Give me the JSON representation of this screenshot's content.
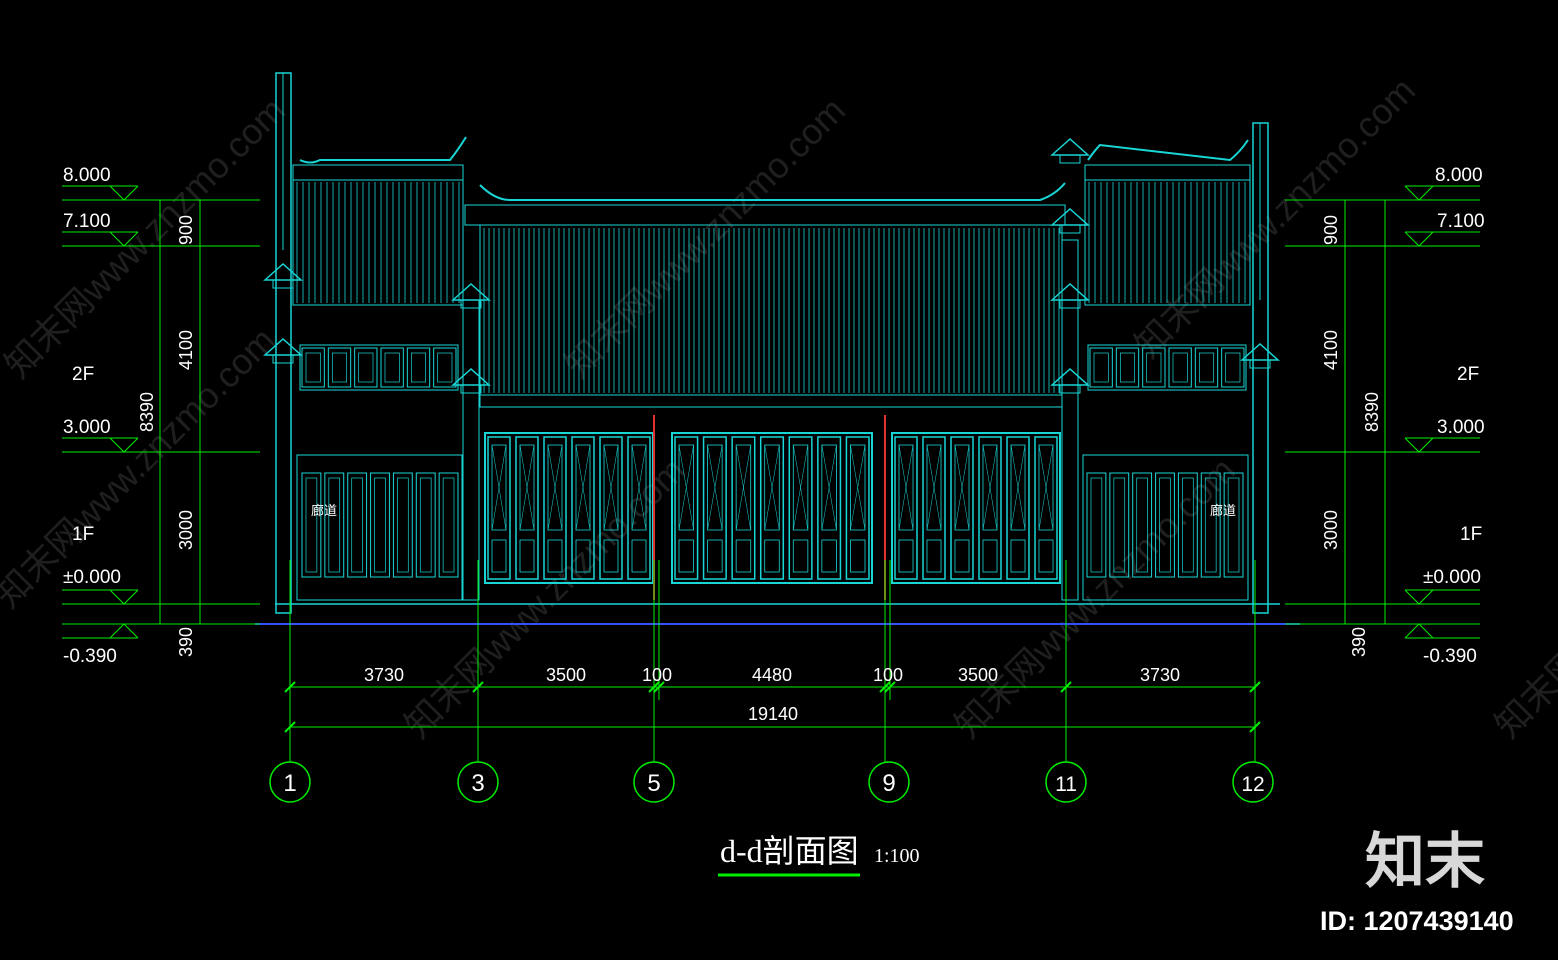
{
  "drawing": {
    "title": "d-d剖面图",
    "scale": "1:100",
    "levels_left": [
      "8.000",
      "7.100",
      "3.000",
      "±0.000",
      "-0.390"
    ],
    "levels_right": [
      "8.000",
      "7.100",
      "3.000",
      "±0.000",
      "-0.390"
    ],
    "floors": [
      "2F",
      "1F"
    ],
    "vert_dims_left": [
      "900",
      "4100",
      "3000",
      "390",
      "8390"
    ],
    "vert_dims_right": [
      "900",
      "4100",
      "3000",
      "390",
      "8390"
    ],
    "horiz_dims": [
      "3730",
      "3500",
      "100",
      "4480",
      "100",
      "3500",
      "3730"
    ],
    "total_dim": "19140",
    "axes": [
      "1",
      "3",
      "5",
      "9",
      "11",
      "12"
    ],
    "room_label": "廊道"
  },
  "watermark": {
    "text": "知末网www.znzmo.com",
    "logo": "知末",
    "id": "ID: 1207439140"
  },
  "colors": {
    "background": "#000000",
    "structure": "#19d6d6",
    "dimension": "#00ee00",
    "text": "#ffffff"
  }
}
